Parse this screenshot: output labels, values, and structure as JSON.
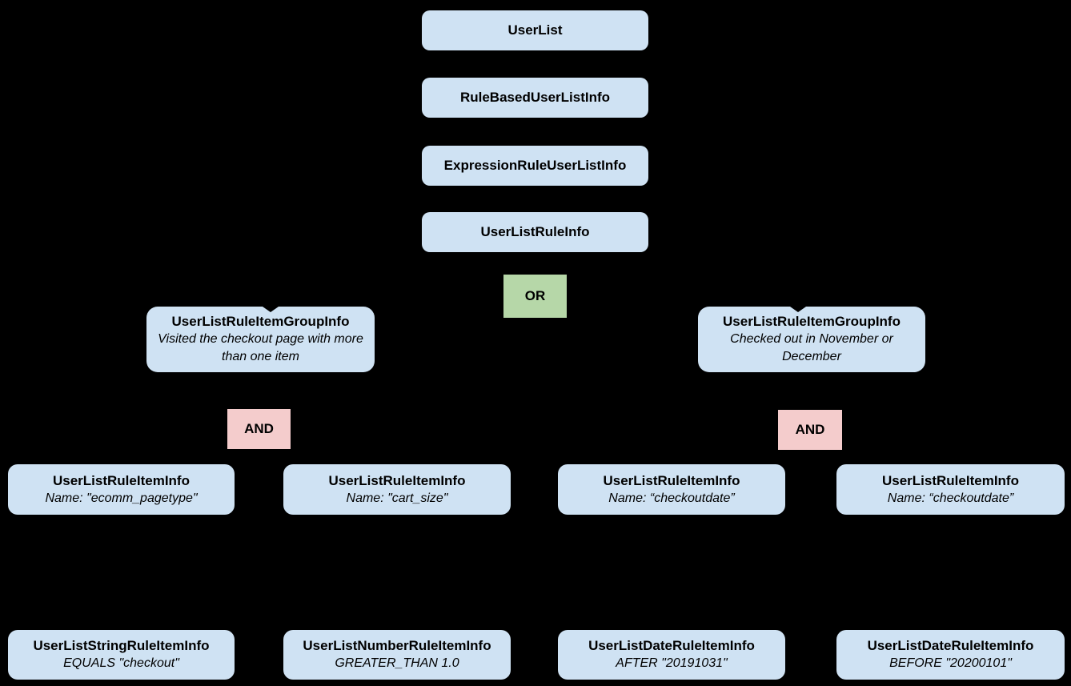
{
  "colors": {
    "background": "#000000",
    "node_fill": "#cfe2f3",
    "or_fill": "#b6d7a8",
    "and_fill": "#f4cccc",
    "text": "#000000"
  },
  "nodes": {
    "userlist": {
      "title": "UserList"
    },
    "rule_based": {
      "title": "RuleBasedUserListInfo"
    },
    "expression_rule": {
      "title": "ExpressionRuleUserListInfo"
    },
    "userlist_rule": {
      "title": "UserListRuleInfo"
    },
    "group_left": {
      "title": "UserListRuleItemGroupInfo",
      "subtitle": "Visited the checkout page with more than one item"
    },
    "group_right": {
      "title": "UserListRuleItemGroupInfo",
      "subtitle": "Checked out in November or December"
    },
    "item_1": {
      "title": "UserListRuleItemInfo",
      "subtitle": "Name: \"ecomm_pagetype\""
    },
    "item_2": {
      "title": "UserListRuleItemInfo",
      "subtitle": "Name: \"cart_size\""
    },
    "item_3": {
      "title": "UserListRuleItemInfo",
      "subtitle": "Name: “checkoutdate”"
    },
    "item_4": {
      "title": "UserListRuleItemInfo",
      "subtitle": "Name: “checkoutdate”"
    },
    "leaf_1": {
      "title": "UserListStringRuleItemInfo",
      "subtitle": "EQUALS \"checkout\""
    },
    "leaf_2": {
      "title": "UserListNumberRuleItemInfo",
      "subtitle": "GREATER_THAN 1.0"
    },
    "leaf_3": {
      "title": "UserListDateRuleItemInfo",
      "subtitle": "AFTER \"20191031\""
    },
    "leaf_4": {
      "title": "UserListDateRuleItemInfo",
      "subtitle": "BEFORE \"20200101\""
    }
  },
  "operators": {
    "or": {
      "label": "OR"
    },
    "and_left": {
      "label": "AND"
    },
    "and_right": {
      "label": "AND"
    }
  }
}
